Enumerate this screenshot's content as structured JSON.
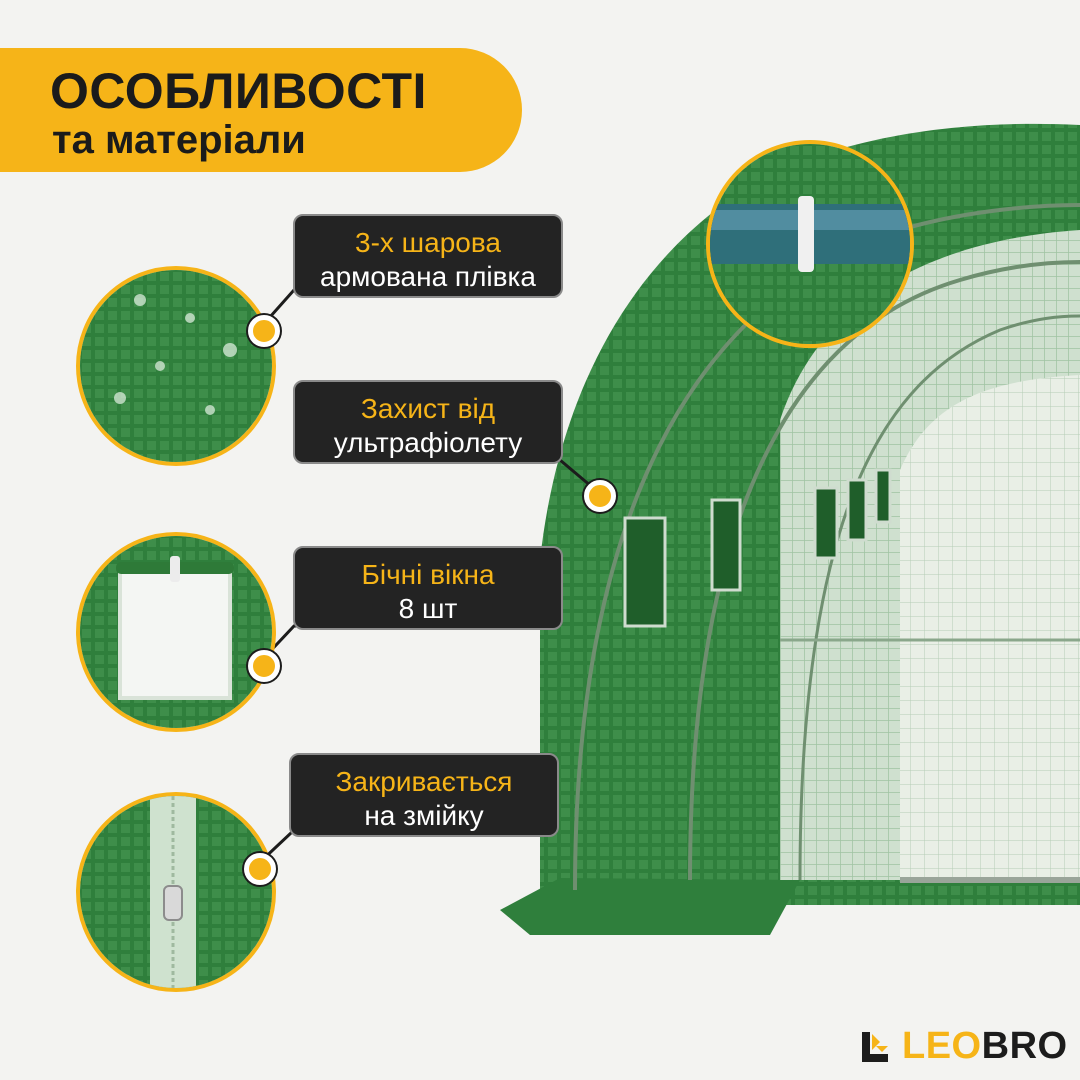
{
  "header": {
    "title": "ОСОБЛИВОСТІ",
    "subtitle": "та матеріали"
  },
  "features": [
    {
      "line1": "3-х шарова",
      "line2": "армована плівка"
    },
    {
      "line1": "Захист від",
      "line2": "ультрафіолету"
    },
    {
      "line1": "Бічні вікна",
      "line2": "8 шт"
    },
    {
      "line1": "Закривається",
      "line2": "на змійку"
    }
  ],
  "brand": {
    "part1": "LEO",
    "part2": "BRO"
  },
  "colors": {
    "accent": "#f6b418",
    "callout_bg": "#232323",
    "greenhouse": "#2f7d3a"
  },
  "icons": [
    "leobro-logo-icon"
  ]
}
